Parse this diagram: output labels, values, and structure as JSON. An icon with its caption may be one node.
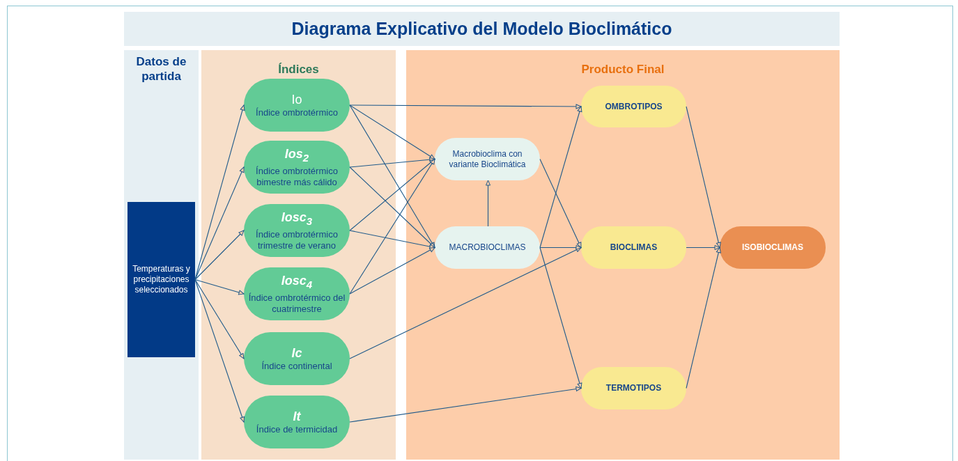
{
  "diagram": {
    "title": "Diagrama Explicativo del Modelo Bioclimático",
    "nodes": [
      {
        "text": [
          "Datos de partida"
        ]
      },
      {
        "text": [
          "Temperaturas y precipitaciones seleccionados"
        ],
        "in": 0
      },
      {
        "text": [
          "Índices"
        ]
      },
      {
        "text": [
          "Io",
          "Índice ombrotérmico"
        ],
        "in": 2
      },
      {
        "text": [
          "Ios$_{2}$",
          "Índice ombrotérmico bimestre más cálido"
        ],
        "in": 2
      },
      {
        "text": [
          "Iosc$_{3}$",
          "Índice ombrotérmico trimestre de verano"
        ],
        "in": 2
      },
      {
        "text": [
          "Iosc$_{4}$",
          "Índice ombrotérmico del cuatrimestre"
        ],
        "in": 2
      },
      {
        "text": [
          "Ic",
          "Índice continental"
        ],
        "in": 2
      },
      {
        "text": [
          "It",
          "Índice de termicidad"
        ],
        "in": 2
      },
      {
        "text": [
          "Producto Final"
        ]
      },
      {
        "text": [
          "Macrobioclima con variante Bioclimática"
        ],
        "in": 9
      },
      {
        "text": [
          "MACROBIOCLIMAS"
        ],
        "in": 9
      },
      {
        "text": [
          "OMBROTIPOS"
        ],
        "in": 9
      },
      {
        "text": [
          "BIOCLIMAS"
        ],
        "in": 9
      },
      {
        "text": [
          "TERMOTIPOS"
        ],
        "in": 9
      },
      {
        "text": [
          "ISOBIOCLIMAS"
        ],
        "in": 9
      }
    ],
    "edges": [
      {
        "from": 1,
        "to": 3,
        "arrow": "to"
      },
      {
        "from": 1,
        "to": 4,
        "arrow": "to"
      },
      {
        "from": 1,
        "to": 5,
        "arrow": "to"
      },
      {
        "from": 1,
        "to": 6,
        "arrow": "to"
      },
      {
        "from": 1,
        "to": 7,
        "arrow": "to"
      },
      {
        "from": 1,
        "to": 8,
        "arrow": "to"
      },
      {
        "from": 3,
        "to": 12,
        "arrow": "to"
      },
      {
        "from": 3,
        "to": 10,
        "arrow": "to"
      },
      {
        "from": 3,
        "to": 11,
        "arrow": "to"
      },
      {
        "from": 4,
        "to": 10,
        "arrow": "to"
      },
      {
        "from": 4,
        "to": 11,
        "arrow": "to"
      },
      {
        "from": 5,
        "to": 10,
        "arrow": "to"
      },
      {
        "from": 5,
        "to": 11,
        "arrow": "to"
      },
      {
        "from": 6,
        "to": 10,
        "arrow": "to"
      },
      {
        "from": 6,
        "to": 11,
        "arrow": "to"
      },
      {
        "from": 7,
        "to": 13,
        "arrow": "to"
      },
      {
        "from": 8,
        "to": 14,
        "arrow": "to"
      },
      {
        "from": 11,
        "to": 10,
        "arrow": "to"
      },
      {
        "from": 10,
        "to": 13,
        "arrow": "to"
      },
      {
        "from": 11,
        "to": 12,
        "arrow": "to"
      },
      {
        "from": 11,
        "to": 13,
        "arrow": "to"
      },
      {
        "from": 11,
        "to": 14,
        "arrow": "to"
      },
      {
        "from": 12,
        "to": 15,
        "arrow": "to"
      },
      {
        "from": 13,
        "to": 15,
        "arrow": "to"
      },
      {
        "from": 14,
        "to": 15,
        "arrow": "to"
      }
    ]
  }
}
